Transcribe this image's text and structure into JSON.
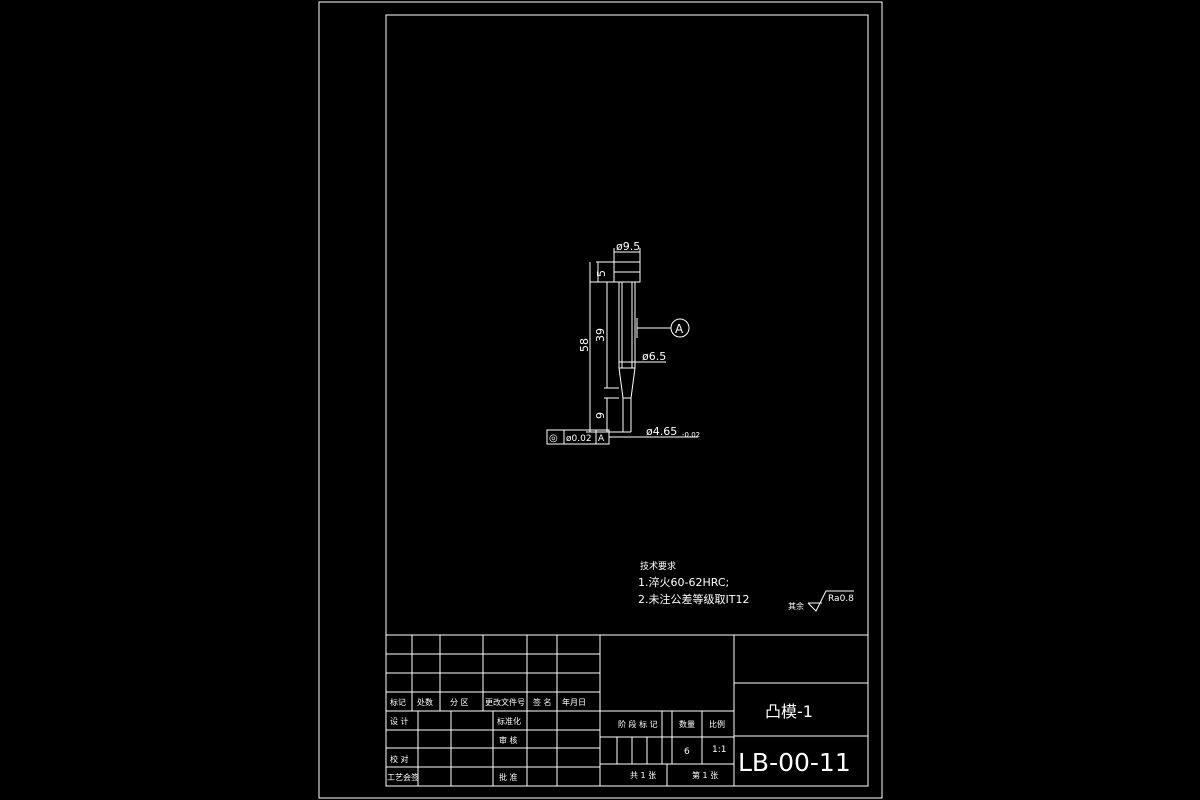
{
  "drawing": {
    "dimensions": {
      "head_dia": "ø9.5",
      "head_len": "5",
      "shank_len": "39",
      "total_len": "58",
      "tip_len": "9",
      "shank_dia": "ø6.5",
      "tip_dia": "ø4.65",
      "tip_tol": "-0.02"
    },
    "datum_label": "A",
    "tolerance_frame": {
      "symbol": "◎",
      "value": "ø0.02",
      "datum": "A"
    }
  },
  "notes": {
    "title": "技术要求",
    "line1": "1.淬火60-62HRC;",
    "line2": "2.未注公差等级取IT12"
  },
  "surface_finish": {
    "label": "其余",
    "value": "Ra0.8"
  },
  "title_block": {
    "row_labels": [
      "标记",
      "处数",
      "分 区",
      "更改文件号",
      "签 名",
      "年月日"
    ],
    "design": "设 计",
    "standardize": "标准化",
    "check": "校 对",
    "review": "审 核",
    "process": "工艺会签",
    "approve": "批 准",
    "stage_mark": "阶 段 标 记",
    "quantity_label": "数量",
    "scale_label": "比例",
    "quantity": "6",
    "scale": "1:1",
    "sheets_total": "共 1 张",
    "sheet_no": "第 1 张",
    "part_name": "凸模-1",
    "drawing_no": "LB-00-11"
  }
}
